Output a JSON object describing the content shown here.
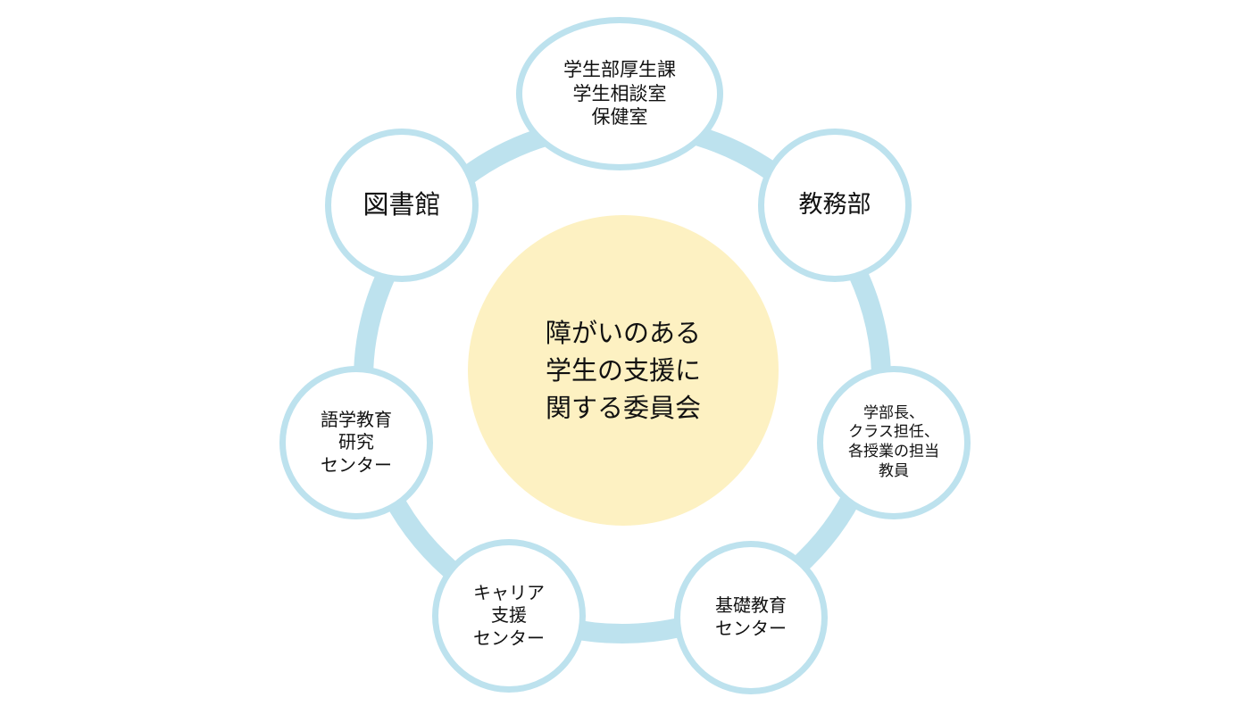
{
  "colors": {
    "ring": "#bde2ee",
    "node_fill": "#ffffff",
    "center_fill": "#fdf1c2",
    "text": "#111111"
  },
  "center": {
    "label": "障がいのある\n学生の支援に\n関する委員会"
  },
  "nodes": [
    {
      "id": "student-affairs",
      "label": "学生部厚生課\n学生相談室\n保健室"
    },
    {
      "id": "academic-affairs",
      "label": "教務部"
    },
    {
      "id": "faculty",
      "label": "学部長、\nクラス担任、\n各授業の担当\n教員"
    },
    {
      "id": "basic-education",
      "label": "基礎教育\nセンター"
    },
    {
      "id": "career-support",
      "label": "キャリア\n支援\nセンター"
    },
    {
      "id": "language-education",
      "label": "語学教育\n研究\nセンター"
    },
    {
      "id": "library",
      "label": "図書館"
    }
  ]
}
